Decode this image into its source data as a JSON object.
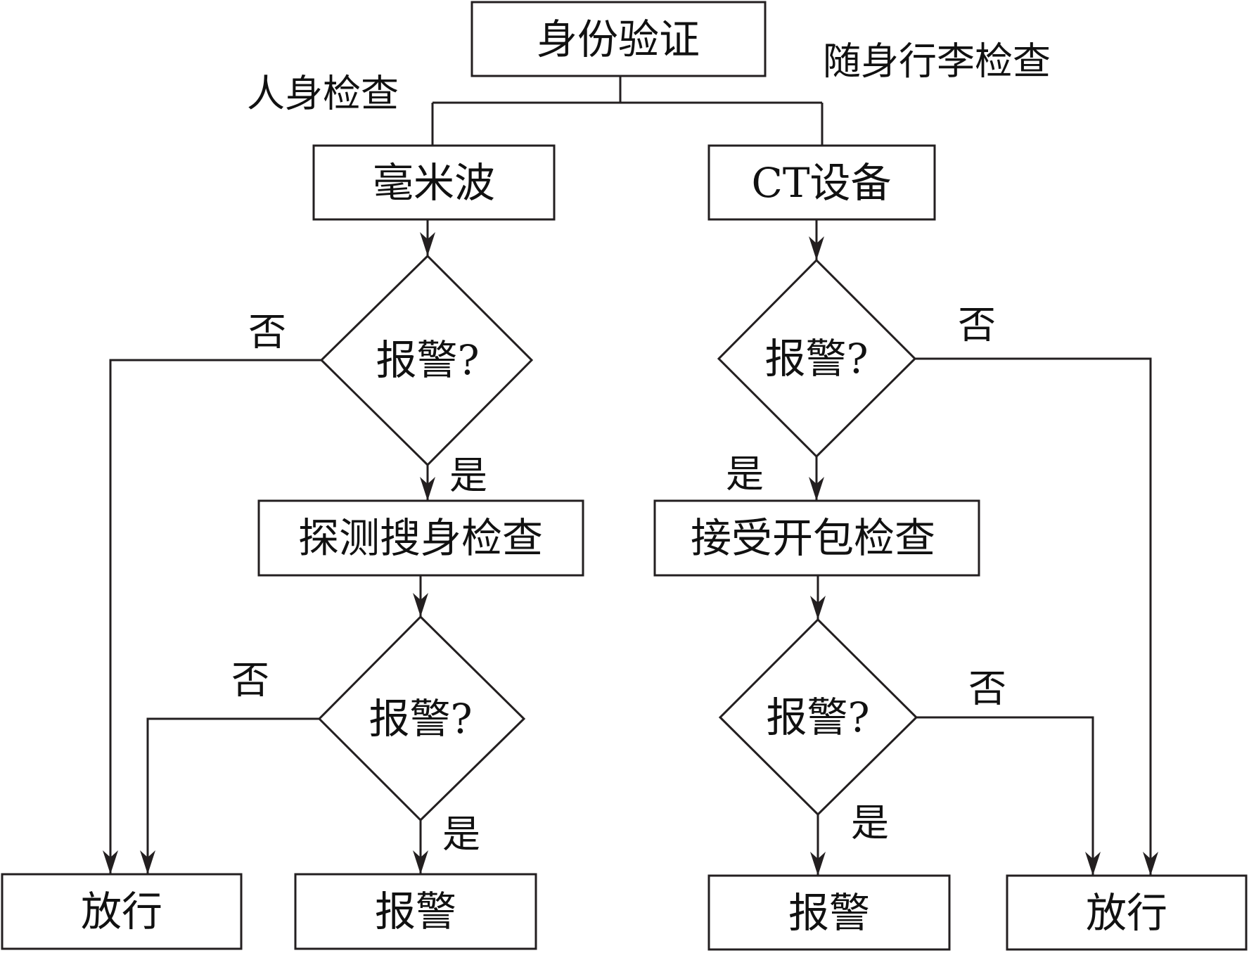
{
  "diagram": {
    "nodes": {
      "identity": "身份验证",
      "mmwave": "毫米波",
      "ct": "CT设备",
      "alarm_body_1": "报警?",
      "alarm_bag_1": "报警?",
      "search": "探测搜身检查",
      "open_bag": "接受开包检查",
      "alarm_body_2": "报警?",
      "alarm_bag_2": "报警?",
      "release_left": "放行",
      "report_left": "报警",
      "report_right": "报警",
      "release_right": "放行"
    },
    "labels": {
      "body_check": "人身检查",
      "luggage_check": "随身行李检查",
      "no_body_1": "否",
      "yes_body_1": "是",
      "no_bag_1": "否",
      "yes_bag_1": "是",
      "no_body_2": "否",
      "yes_body_2": "是",
      "no_bag_2": "否",
      "yes_bag_2": "是"
    }
  }
}
